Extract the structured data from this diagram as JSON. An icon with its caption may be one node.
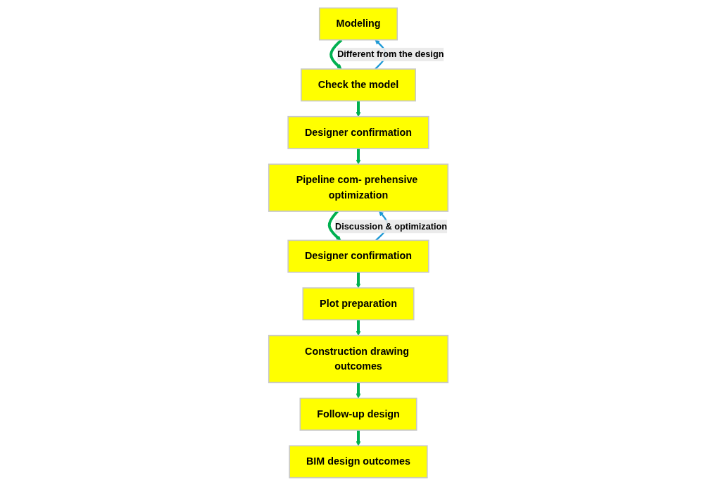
{
  "diagram": {
    "nodes": [
      {
        "text": [
          "Modeling"
        ]
      },
      {
        "text": [
          "Check the model"
        ]
      },
      {
        "text": [
          "Designer confirmation"
        ]
      },
      {
        "text": [
          "Pipeline com- prehensive optimization"
        ]
      },
      {
        "text": [
          "Designer confirmation"
        ]
      },
      {
        "text": [
          "Plot preparation"
        ]
      },
      {
        "text": [
          "Construction drawing outcomes"
        ]
      },
      {
        "text": [
          "Follow-up design"
        ]
      },
      {
        "text": [
          "BIM design outcomes"
        ]
      }
    ],
    "edges": [
      {
        "from": 0,
        "to": 1,
        "arrow": "to"
      },
      {
        "from": 1,
        "to": 0,
        "arrow": "to",
        "label": "Different from the design",
        "color": "#1e9ad6"
      },
      {
        "from": 1,
        "to": 2,
        "arrow": "to"
      },
      {
        "from": 2,
        "to": 3,
        "arrow": "to"
      },
      {
        "from": 3,
        "to": 4,
        "arrow": "to"
      },
      {
        "from": 4,
        "to": 3,
        "arrow": "to",
        "label": "Discussion & optimization",
        "color": "#1e9ad6"
      },
      {
        "from": 4,
        "to": 5,
        "arrow": "to"
      },
      {
        "from": 5,
        "to": 6,
        "arrow": "to"
      },
      {
        "from": 6,
        "to": 7,
        "arrow": "to"
      },
      {
        "from": 7,
        "to": 8,
        "arrow": "to"
      }
    ]
  }
}
